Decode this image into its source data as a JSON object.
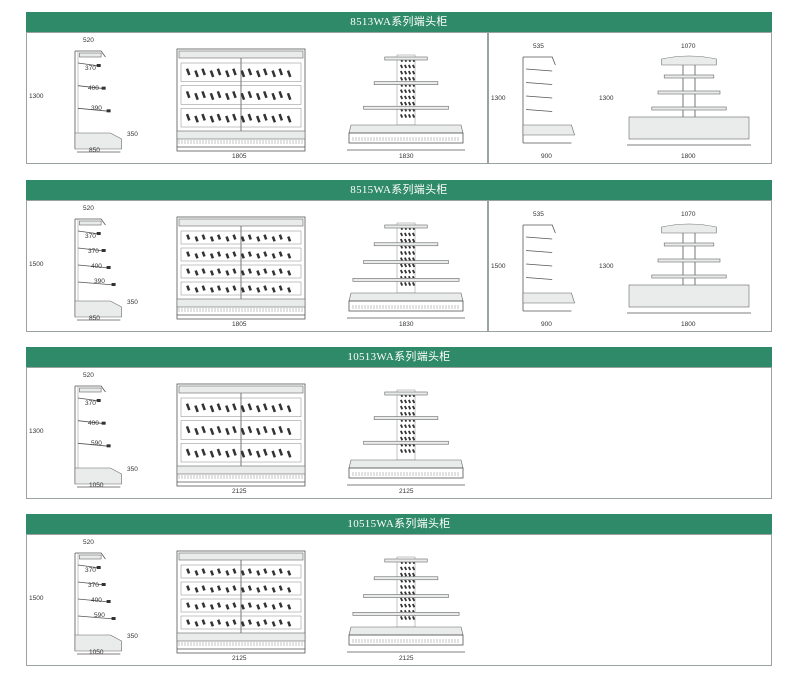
{
  "colors": {
    "banner": "#2f8a6a",
    "banner_text": "#ffffff",
    "border": "#9aa3a0"
  },
  "sections": [
    {
      "title": "8513WA系列端头柜",
      "side": {
        "top": "520",
        "height": "1300",
        "depth": "850",
        "base": "350",
        "shelves": [
          "370",
          "400",
          "390"
        ]
      },
      "front": {
        "width": "1805"
      },
      "end": {
        "width": "1830"
      },
      "extra_side": {
        "top": "535",
        "height": "1300",
        "depth": "900"
      },
      "extra_end": {
        "top": "1070",
        "height": "1300",
        "width": "1800"
      }
    },
    {
      "title": "8515WA系列端头柜",
      "side": {
        "top": "520",
        "height": "1500",
        "depth": "850",
        "base": "350",
        "shelves": [
          "370",
          "370",
          "400",
          "390"
        ]
      },
      "front": {
        "width": "1805"
      },
      "end": {
        "width": "1830"
      },
      "extra_side": {
        "top": "535",
        "height": "1500",
        "depth": "900"
      },
      "extra_end": {
        "top": "1070",
        "height": "1300",
        "width": "1800"
      }
    },
    {
      "title": "10513WA系列端头柜",
      "side": {
        "top": "520",
        "height": "1300",
        "depth": "1050",
        "base": "350",
        "shelves": [
          "370",
          "400",
          "590"
        ]
      },
      "front": {
        "width": "2125"
      },
      "end": {
        "width": "2125"
      }
    },
    {
      "title": "10515WA系列端头柜",
      "side": {
        "top": "520",
        "height": "1500",
        "depth": "1050",
        "base": "350",
        "shelves": [
          "370",
          "370",
          "400",
          "590"
        ]
      },
      "front": {
        "width": "2125"
      },
      "end": {
        "width": "2125"
      }
    }
  ]
}
